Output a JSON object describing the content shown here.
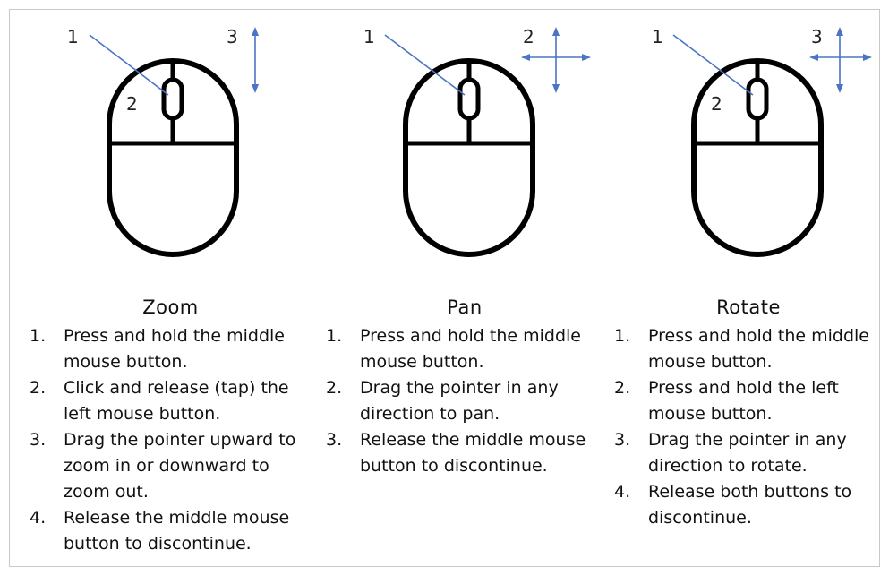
{
  "panels": [
    {
      "title": "Zoom",
      "callouts": {
        "one": "1",
        "two": "2",
        "three": "3"
      },
      "arrow": "vertical",
      "steps": [
        {
          "num": "1.",
          "text": "Press and hold the middle mouse button."
        },
        {
          "num": "2.",
          "text": "Click and release (tap) the left mouse button."
        },
        {
          "num": "3.",
          "text": "Drag the pointer upward to zoom in or downward to zoom out."
        },
        {
          "num": "4.",
          "text": "Release the middle mouse button to discontinue."
        }
      ]
    },
    {
      "title": "Pan",
      "callouts": {
        "one": "1",
        "two": "2"
      },
      "arrow": "four-way",
      "steps": [
        {
          "num": "1.",
          "text": "Press and hold the middle mouse button."
        },
        {
          "num": "2.",
          "text": "Drag the pointer in any direction to pan."
        },
        {
          "num": "3.",
          "text": "Release the middle mouse button to discontinue."
        }
      ]
    },
    {
      "title": "Rotate",
      "callouts": {
        "one": "1",
        "two": "2",
        "three": "3"
      },
      "arrow": "four-way",
      "steps": [
        {
          "num": "1.",
          "text": "Press and hold the middle mouse button."
        },
        {
          "num": "2.",
          "text": "Press and hold the left mouse button."
        },
        {
          "num": "3.",
          "text": "Drag the pointer in any direction to rotate."
        },
        {
          "num": "4.",
          "text": "Release both buttons to discontinue."
        }
      ]
    }
  ],
  "colors": {
    "arrow": "#4a74c4",
    "outline": "#000000",
    "border": "#c9c9c9"
  }
}
